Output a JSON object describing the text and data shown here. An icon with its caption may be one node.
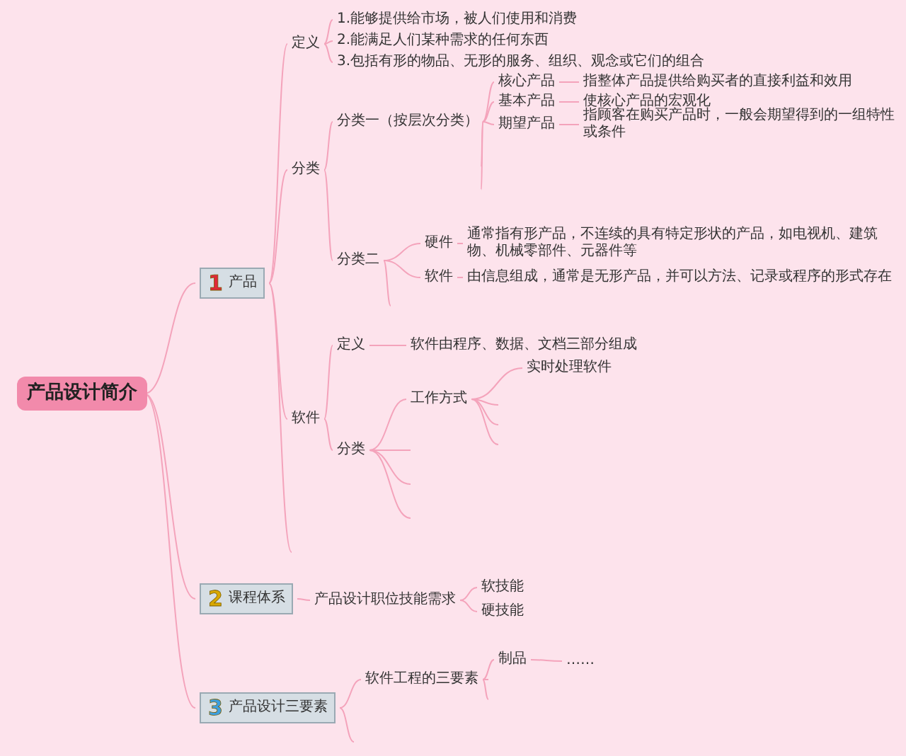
{
  "diagram": {
    "nodes": [
      {
        "text": [
          "产品设计简介"
        ]
      },
      {
        "text": [
          "1",
          "产品"
        ]
      },
      {
        "text": [
          "定义"
        ]
      },
      {
        "text": [
          "1.能够提供给市场，被人们使用和消费"
        ]
      },
      {
        "text": [
          "2.能满足人们某种需求的任何东西"
        ]
      },
      {
        "text": [
          "3.包括有形的物品、无形的服务、组织、观念或它们的组合"
        ]
      },
      {
        "text": [
          "分类"
        ]
      },
      {
        "text": [
          "分类一（按层次分类）"
        ]
      },
      {
        "text": [
          "核心产品"
        ]
      },
      {
        "text": [
          "指整体产品提供给购买者的直接利益和效用"
        ]
      },
      {
        "text": [
          "基本产品"
        ]
      },
      {
        "text": [
          "使核心产品的宏观化"
        ]
      },
      {
        "text": [
          "期望产品"
        ]
      },
      {
        "text": [
          "指顾客在购买产品时，一般会期望得到的一组特性或条件"
        ]
      },
      {
        "text": [
          "分类二"
        ]
      },
      {
        "text": [
          "硬件"
        ]
      },
      {
        "text": [
          "通常指有形产品，不连续的具有特定形状的产品，如电视机、建筑物、机械零部件、元器件等"
        ]
      },
      {
        "text": [
          "软件"
        ]
      },
      {
        "text": [
          "由信息组成，通常是无形产品，并可以方法、记录或程序的形式存在"
        ]
      },
      {
        "text": [
          "软件"
        ]
      },
      {
        "text": [
          "定义"
        ]
      },
      {
        "text": [
          "软件由程序、数据、文档三部分组成"
        ]
      },
      {
        "text": [
          "分类"
        ]
      },
      {
        "text": [
          "工作方式"
        ]
      },
      {
        "text": [
          "实时处理软件"
        ]
      },
      {
        "text": [
          "2",
          "课程体系"
        ]
      },
      {
        "text": [
          "产品设计职位技能需求"
        ]
      },
      {
        "text": [
          "软技能"
        ]
      },
      {
        "text": [
          "硬技能"
        ]
      },
      {
        "text": [
          "3",
          "产品设计三要素"
        ]
      },
      {
        "text": [
          "软件工程的三要素"
        ]
      },
      {
        "text": [
          "制品"
        ]
      },
      {
        "text": [
          "……"
        ]
      }
    ],
    "edges": [
      {
        "from": 0,
        "to": 1,
        "arrow": "none"
      },
      {
        "from": 0,
        "to": 25,
        "arrow": "none"
      },
      {
        "from": 0,
        "to": 29,
        "arrow": "none"
      },
      {
        "from": 1,
        "to": 2,
        "arrow": "none"
      },
      {
        "from": 1,
        "to": 6,
        "arrow": "none"
      },
      {
        "from": 1,
        "to": 19,
        "arrow": "none"
      },
      {
        "from": 1,
        "to": null,
        "arrow": "none"
      },
      {
        "from": 2,
        "to": 3,
        "arrow": "none"
      },
      {
        "from": 2,
        "to": 4,
        "arrow": "none"
      },
      {
        "from": 2,
        "to": 5,
        "arrow": "none"
      },
      {
        "from": 6,
        "to": 7,
        "arrow": "none"
      },
      {
        "from": 6,
        "to": 14,
        "arrow": "none"
      },
      {
        "from": 7,
        "to": 8,
        "arrow": "none"
      },
      {
        "from": 7,
        "to": 10,
        "arrow": "none"
      },
      {
        "from": 7,
        "to": 12,
        "arrow": "none"
      },
      {
        "from": 7,
        "to": null,
        "arrow": "none"
      },
      {
        "from": 7,
        "to": null,
        "arrow": "none"
      },
      {
        "from": 8,
        "to": 9,
        "arrow": "none"
      },
      {
        "from": 10,
        "to": 11,
        "arrow": "none"
      },
      {
        "from": 12,
        "to": 13,
        "arrow": "none"
      },
      {
        "from": 14,
        "to": 15,
        "arrow": "none"
      },
      {
        "from": 14,
        "to": 17,
        "arrow": "none"
      },
      {
        "from": 14,
        "to": null,
        "arrow": "none"
      },
      {
        "from": 15,
        "to": 16,
        "arrow": "none"
      },
      {
        "from": 17,
        "to": 18,
        "arrow": "none"
      },
      {
        "from": 19,
        "to": 20,
        "arrow": "none"
      },
      {
        "from": 19,
        "to": 22,
        "arrow": "none"
      },
      {
        "from": 20,
        "to": 21,
        "arrow": "none"
      },
      {
        "from": 22,
        "to": 23,
        "arrow": "none"
      },
      {
        "from": 22,
        "to": null,
        "arrow": "none"
      },
      {
        "from": 22,
        "to": null,
        "arrow": "none"
      },
      {
        "from": 22,
        "to": null,
        "arrow": "none"
      },
      {
        "from": 23,
        "to": 24,
        "arrow": "none"
      },
      {
        "from": 23,
        "to": null,
        "arrow": "none"
      },
      {
        "from": 23,
        "to": null,
        "arrow": "none"
      },
      {
        "from": 23,
        "to": null,
        "arrow": "none"
      },
      {
        "from": 25,
        "to": 26,
        "arrow": "none"
      },
      {
        "from": 26,
        "to": 27,
        "arrow": "none"
      },
      {
        "from": 26,
        "to": 28,
        "arrow": "none"
      },
      {
        "from": 29,
        "to": 30,
        "arrow": "none"
      },
      {
        "from": 29,
        "to": null,
        "arrow": "none"
      },
      {
        "from": 30,
        "to": 31,
        "arrow": "none"
      },
      {
        "from": 30,
        "to": null,
        "arrow": "none"
      },
      {
        "from": 30,
        "to": null,
        "arrow": "none"
      },
      {
        "from": 31,
        "to": 32,
        "arrow": "none"
      }
    ]
  }
}
